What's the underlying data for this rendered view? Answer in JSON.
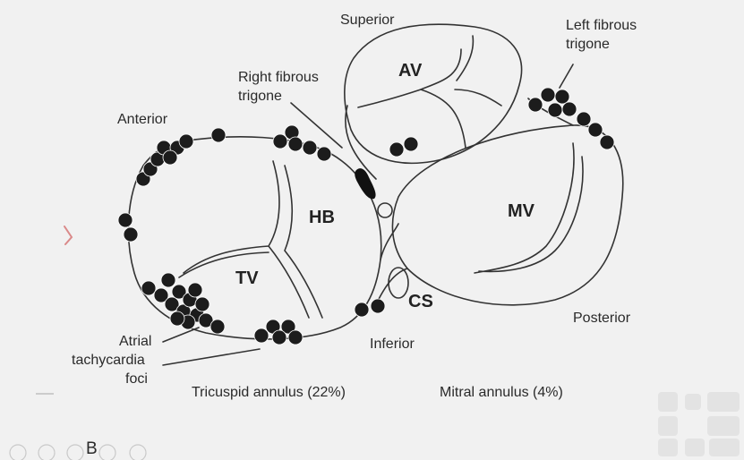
{
  "labels": {
    "superior": "Superior",
    "left_fibrous_trigone": [
      "Left fibrous",
      "trigone"
    ],
    "right_fibrous_trigone": [
      "Right fibrous",
      "trigone"
    ],
    "anterior": "Anterior",
    "posterior": "Posterior",
    "inferior": "Inferior",
    "atrial_tachycardia_foci": [
      "Atrial",
      "tachycardia",
      "foci"
    ],
    "tricuspid_annulus": "Tricuspid annulus (22%)",
    "mitral_annulus": "Mitral annulus (4%)",
    "panel": "B"
  },
  "structures": {
    "av": "AV",
    "mv": "MV",
    "hb": "HB",
    "tv": "TV",
    "cs": "CS"
  },
  "colors": {
    "background": "#f1f1f1",
    "outline": "#333333",
    "foci": "#1c1c1c",
    "decor_tiles": "#e3e3e3"
  }
}
